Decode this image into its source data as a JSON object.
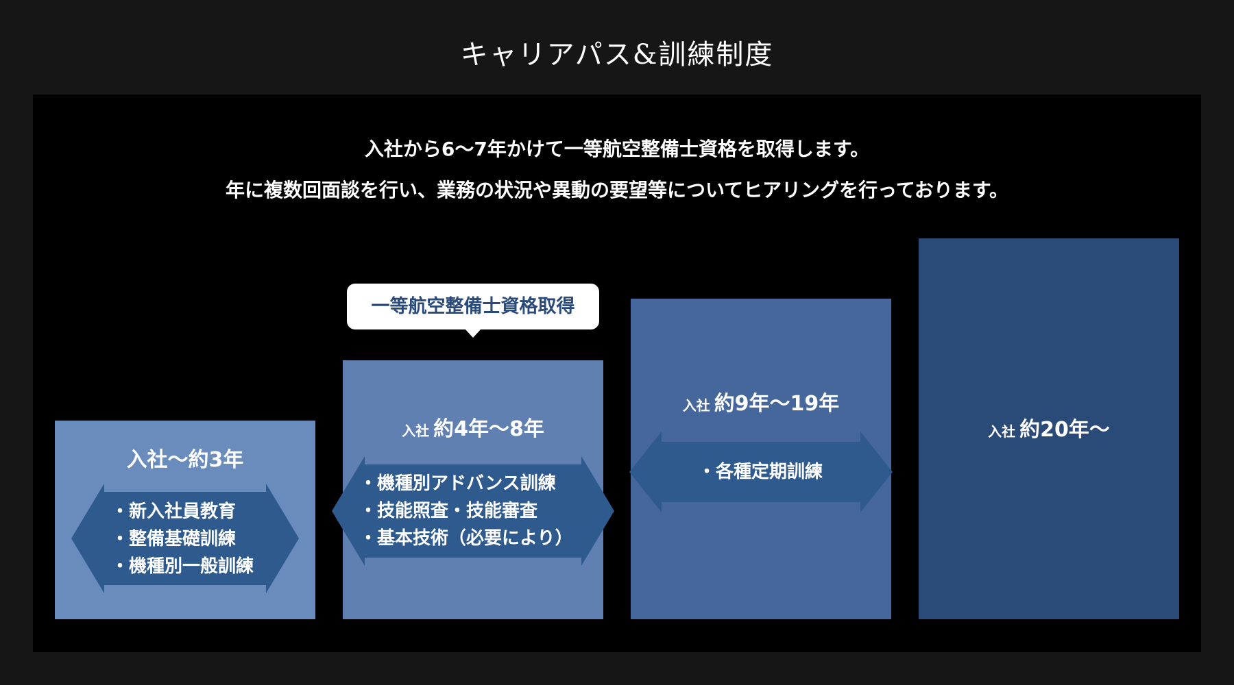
{
  "page": {
    "title": "キャリアパス&訓練制度"
  },
  "intro": {
    "line1": "入社から6〜7年かけて一等航空整備士資格を取得します。",
    "line2": "年に複数回面談を行い、業務の状況や異動の要望等についてヒアリングを行っております。"
  },
  "callout": {
    "label": "一等航空整備士資格取得"
  },
  "colors": {
    "page_bg": "#161616",
    "panel_bg": "#000000",
    "stage1": "#6a8cbc",
    "stage2": "#5f80b0",
    "stage3": "#46679b",
    "stage4": "#2a4a78",
    "arrow": "#2f5a8e",
    "callout_text": "#2a4a7a"
  },
  "stages": [
    {
      "prefix": "",
      "period": "入社〜約3年",
      "items": [
        "・新入社員教育",
        "・整備基礎訓練",
        "・機種別一般訓練"
      ]
    },
    {
      "prefix": "入社",
      "period": "約4年〜8年",
      "items": [
        "・機種別アドバンス訓練",
        "・技能照査・技能審査",
        "・基本技術（必要により）"
      ]
    },
    {
      "prefix": "入社",
      "period": "約9年〜19年",
      "items": [
        "・各種定期訓練"
      ]
    },
    {
      "prefix": "入社",
      "period": "約20年〜",
      "items": []
    }
  ]
}
